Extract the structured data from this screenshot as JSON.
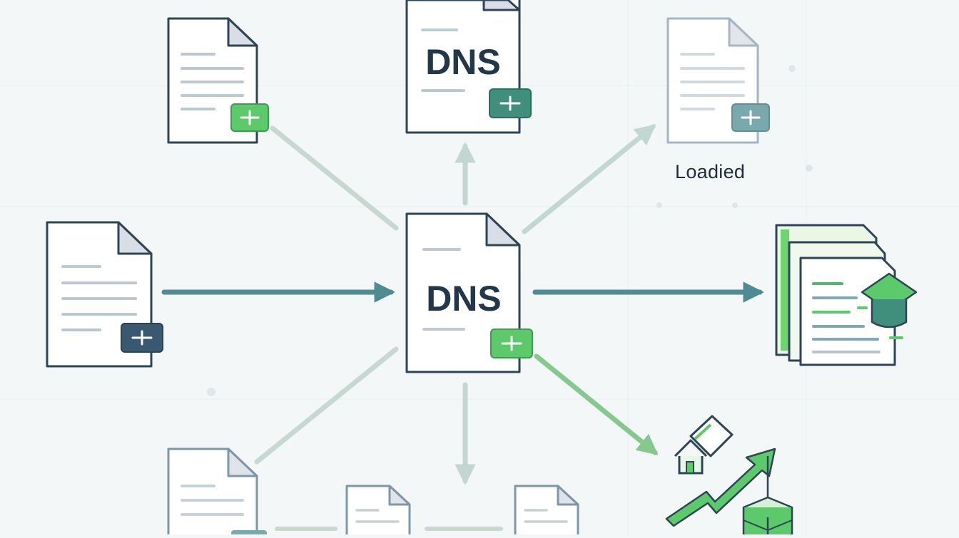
{
  "center_node": {
    "title": "DNS"
  },
  "top_node": {
    "title": "DNS"
  },
  "top_right_node": {
    "caption": "Loadied"
  },
  "colors": {
    "outline": "#2e4457",
    "paper": "#ffffff",
    "fold": "#d9dee6",
    "lines": "#b7c3cf",
    "accent_green": "#5cc96a",
    "accent_teal": "#3f8f7c",
    "accent_navy": "#3a5870",
    "accent_slate": "#79a9ad",
    "arrow_grey": "#c5d8d0",
    "arrow_teal": "#4f8b93",
    "arrow_green": "#86c98f",
    "background": "#f4f7f8"
  },
  "icons": [
    "document-icon",
    "plus-badge-icon",
    "stacked-folders-icon",
    "graduation-cap-icon",
    "trend-up-arrow-icon",
    "server-stack-icon"
  ]
}
